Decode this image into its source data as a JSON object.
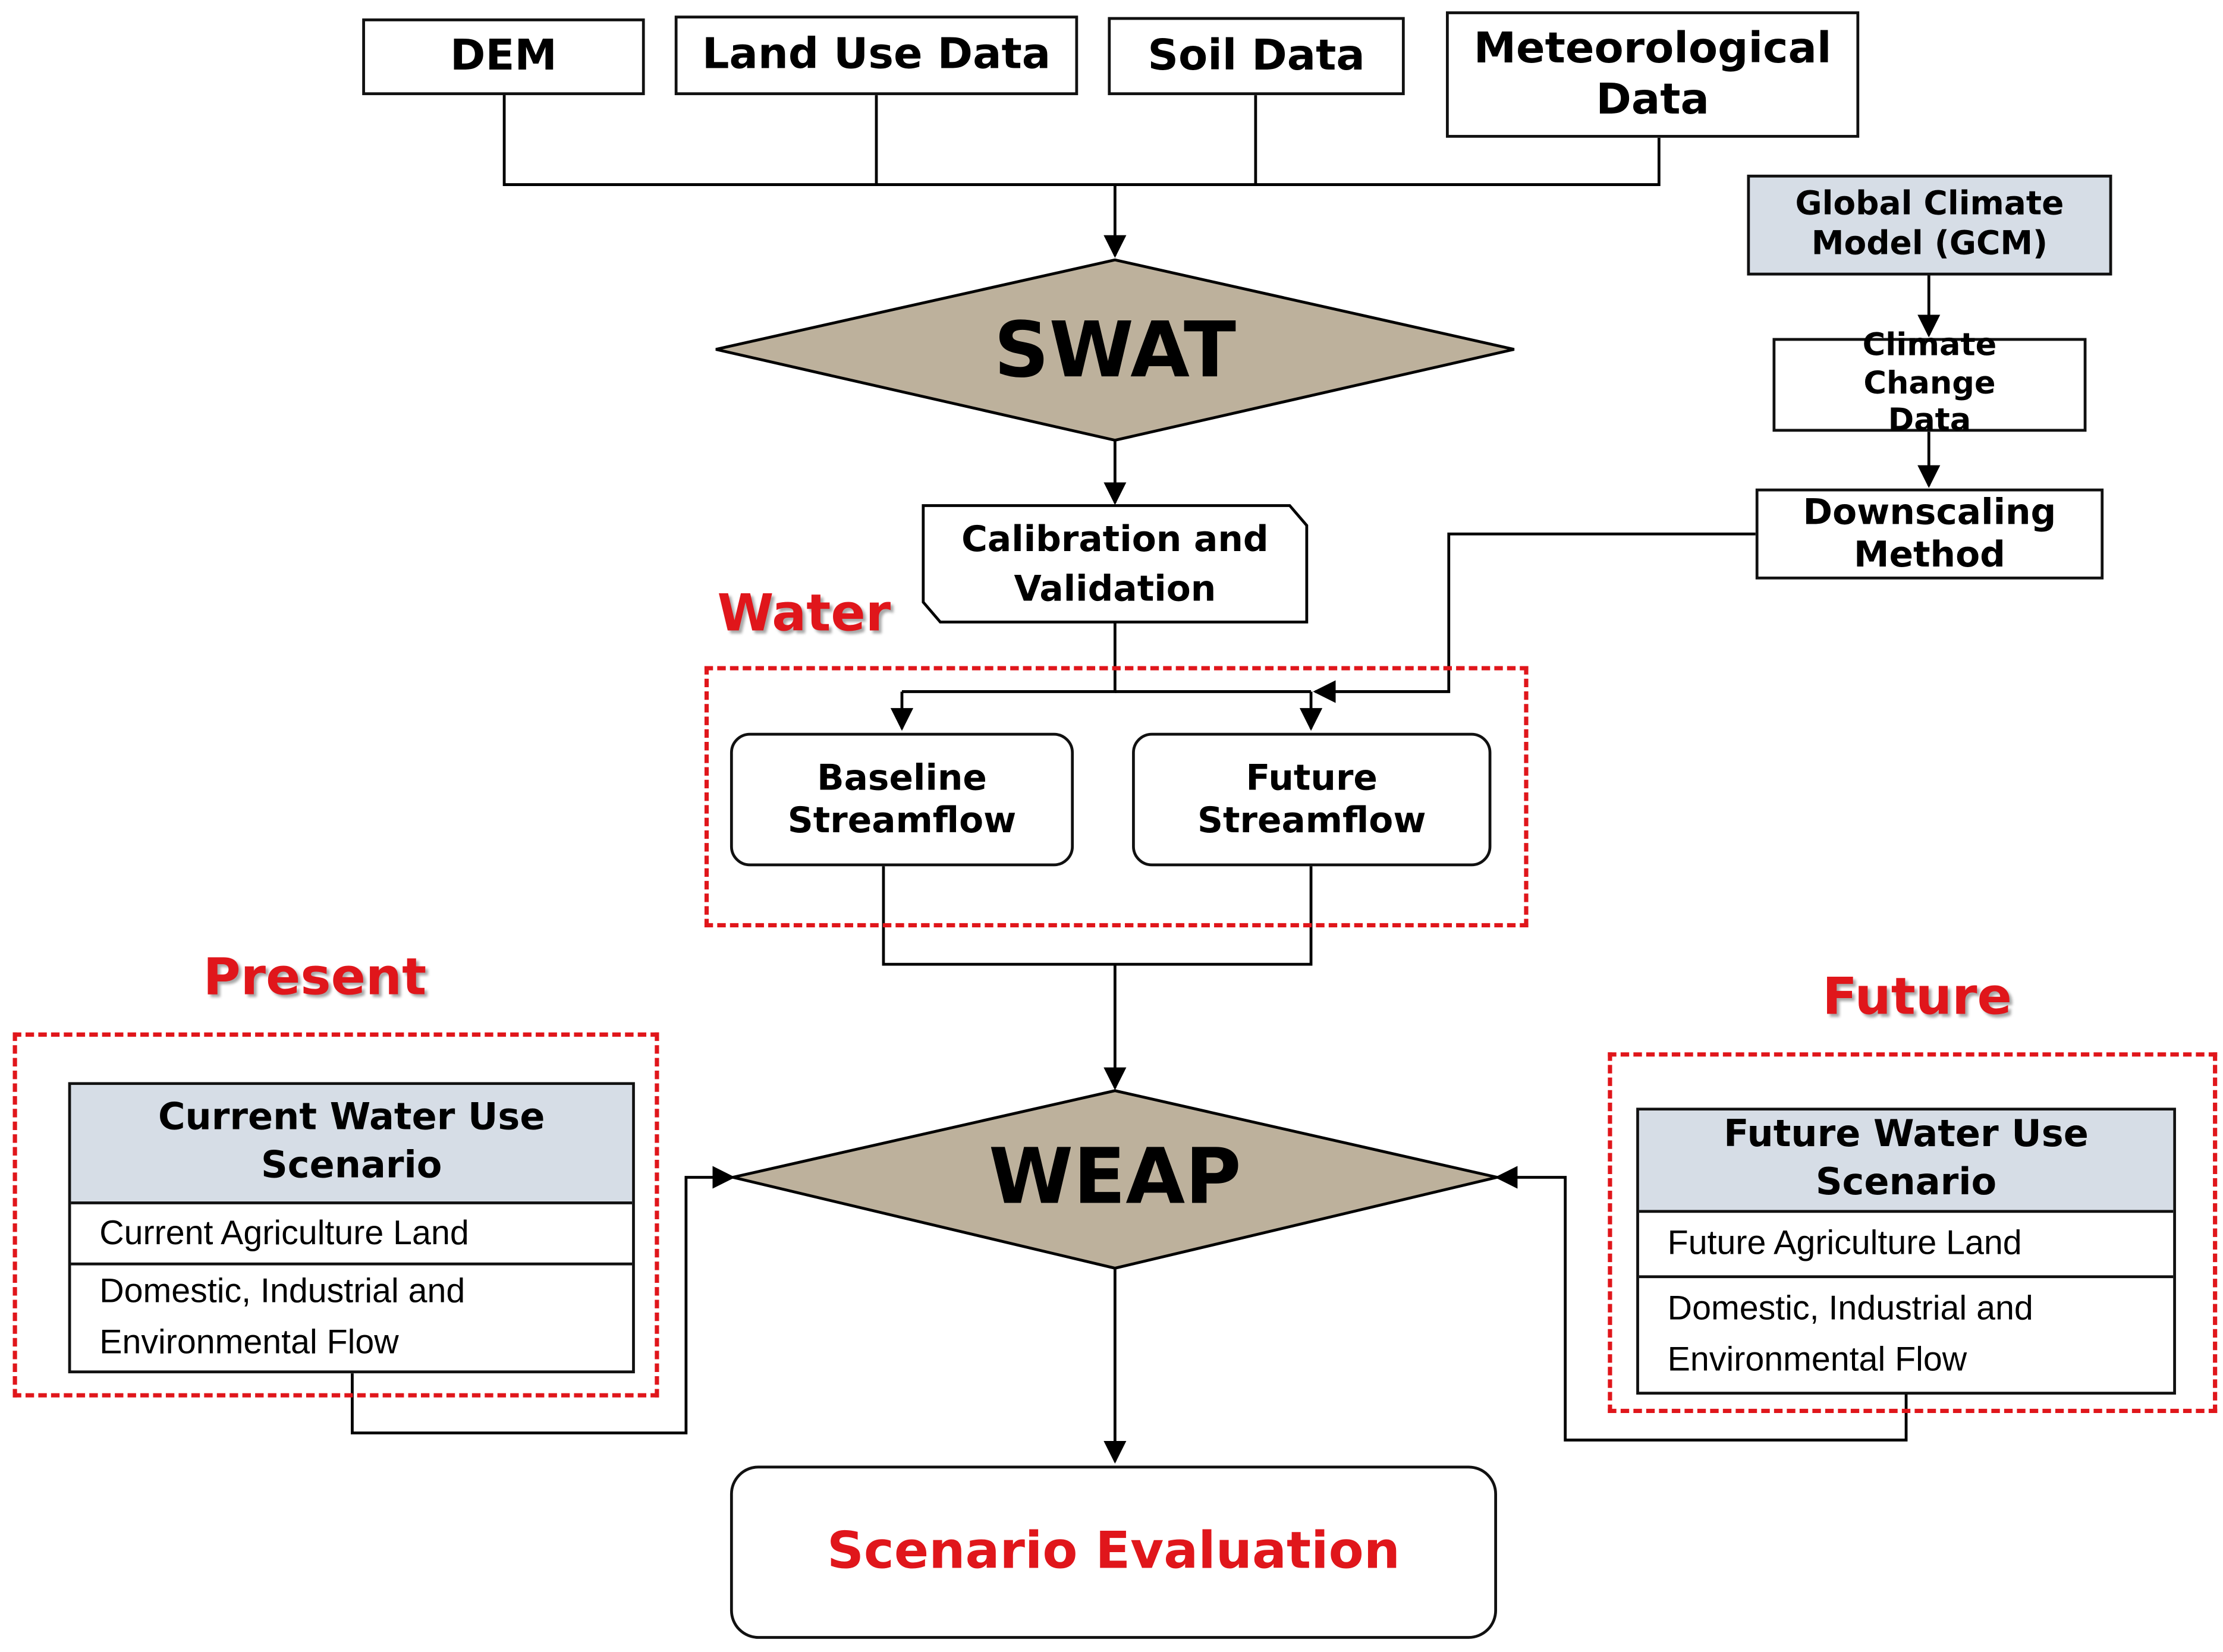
{
  "inputs": {
    "dem": "DEM",
    "land_use": "Land Use Data",
    "soil": "Soil Data",
    "meteorological": "Meteorological Data"
  },
  "swat": "SWAT",
  "calibration": "Calibration and Validation",
  "climate_chain": {
    "gcm": "Global Climate Model (GCM)",
    "climate_change_data": "Climate Change Data",
    "downscaling": "Downscaling Method"
  },
  "water_group": {
    "label": "Water",
    "baseline": "Baseline Streamflow",
    "future": "Future Streamflow"
  },
  "present_group": {
    "label": "Present",
    "header": "Current Water Use Scenario",
    "rows": [
      "Current Agriculture Land",
      "Domestic, Industrial and Environmental Flow"
    ]
  },
  "future_group": {
    "label": "Future",
    "header": "Future Water Use Scenario",
    "rows": [
      "Future Agriculture Land",
      "Domestic, Industrial and Environmental Flow"
    ]
  },
  "weap": "WEAP",
  "evaluation": "Scenario Evaluation",
  "colors": {
    "accent_red": "#e0161b",
    "diamond_fill": "#bdb19c",
    "header_fill": "#d6dde6"
  }
}
